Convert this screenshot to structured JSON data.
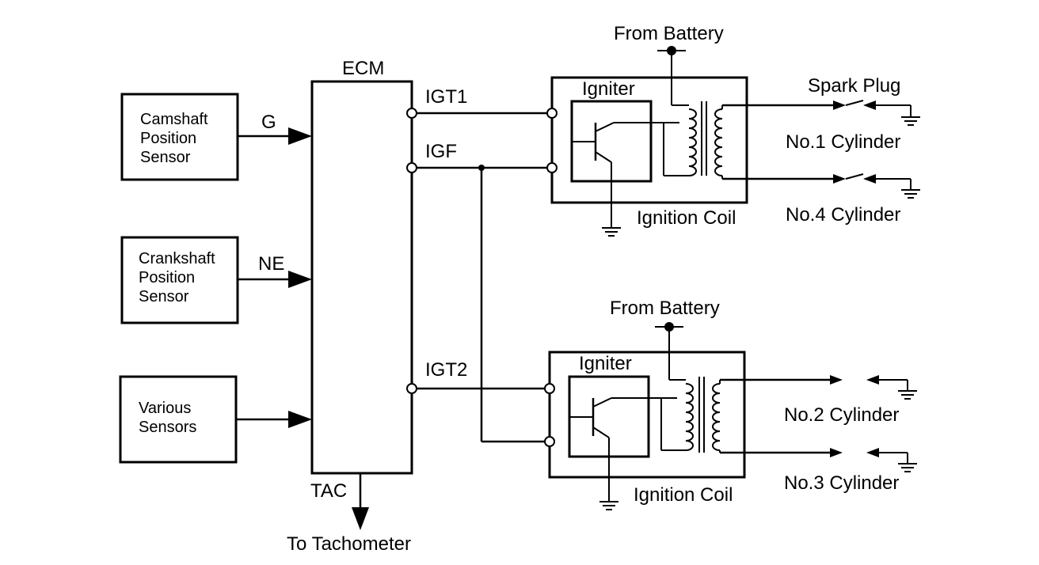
{
  "ecm": {
    "label": "ECM"
  },
  "sensors": [
    {
      "lines": [
        "Camshaft",
        "Position",
        "Sensor"
      ],
      "signal": "G"
    },
    {
      "lines": [
        "Crankshaft",
        "Position",
        "Sensor"
      ],
      "signal": "NE"
    },
    {
      "lines": [
        "Various",
        "Sensors"
      ],
      "signal": ""
    }
  ],
  "outputs": {
    "igt1": "IGT1",
    "igf": "IGF",
    "igt2": "IGT2",
    "tac": "TAC",
    "tachometer": "To Tachometer"
  },
  "coils": [
    {
      "battery": "From Battery",
      "igniter": "Igniter",
      "coil": "Ignition Coil",
      "spark_plug": "Spark Plug",
      "cyl_a": "No.1 Cylinder",
      "cyl_b": "No.4 Cylinder"
    },
    {
      "battery": "From Battery",
      "igniter": "Igniter",
      "coil": "Ignition Coil",
      "cyl_a": "No.2 Cylinder",
      "cyl_b": "No.3 Cylinder"
    }
  ]
}
